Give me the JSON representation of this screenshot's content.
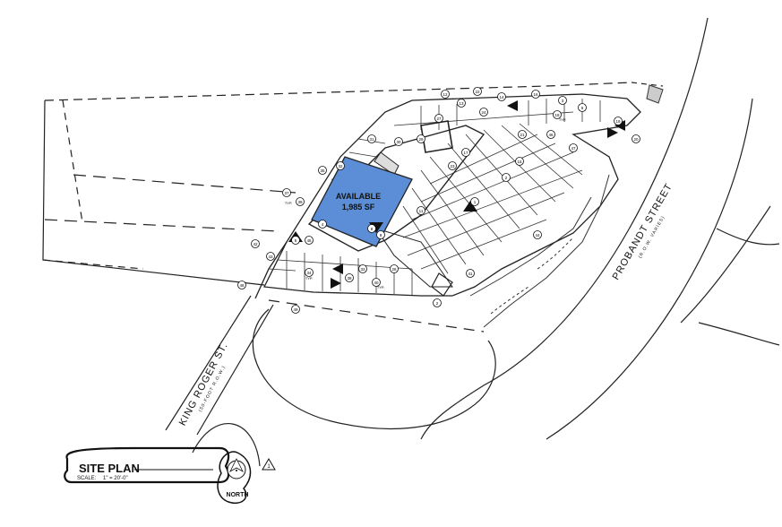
{
  "tenant": {
    "line1": "AVAILABLE",
    "line2": "1,985 SF",
    "fill_color": "#5b8ed6"
  },
  "streets": {
    "probandt": "PROBANDT STREET",
    "probandt_row": "(R.O.W. VARIES)",
    "king_roger": "KING ROGER ST.",
    "king_roger_row": "(50-FOOT R.O.W.)"
  },
  "title_block": {
    "title": "SITE PLAN",
    "scale_label": "SCALE:",
    "scale_value": "1\" = 20'-0\"",
    "north_label": "NORTH",
    "revision_mark": "1"
  },
  "keynotes": [
    "48",
    "49",
    "12",
    "22",
    "13",
    "14",
    "16",
    "3",
    "6",
    "18",
    "19",
    "20",
    "21",
    "24",
    "27",
    "29",
    "30",
    "31",
    "32",
    "35",
    "37",
    "39",
    "42",
    "43",
    "45",
    "4",
    "5",
    "8",
    "9",
    "11",
    "1",
    "2",
    "15",
    "17",
    "23",
    "26",
    "33",
    "34",
    "38",
    "40",
    "41",
    "44",
    "46",
    "47",
    "2"
  ],
  "typ_label": "TYP."
}
